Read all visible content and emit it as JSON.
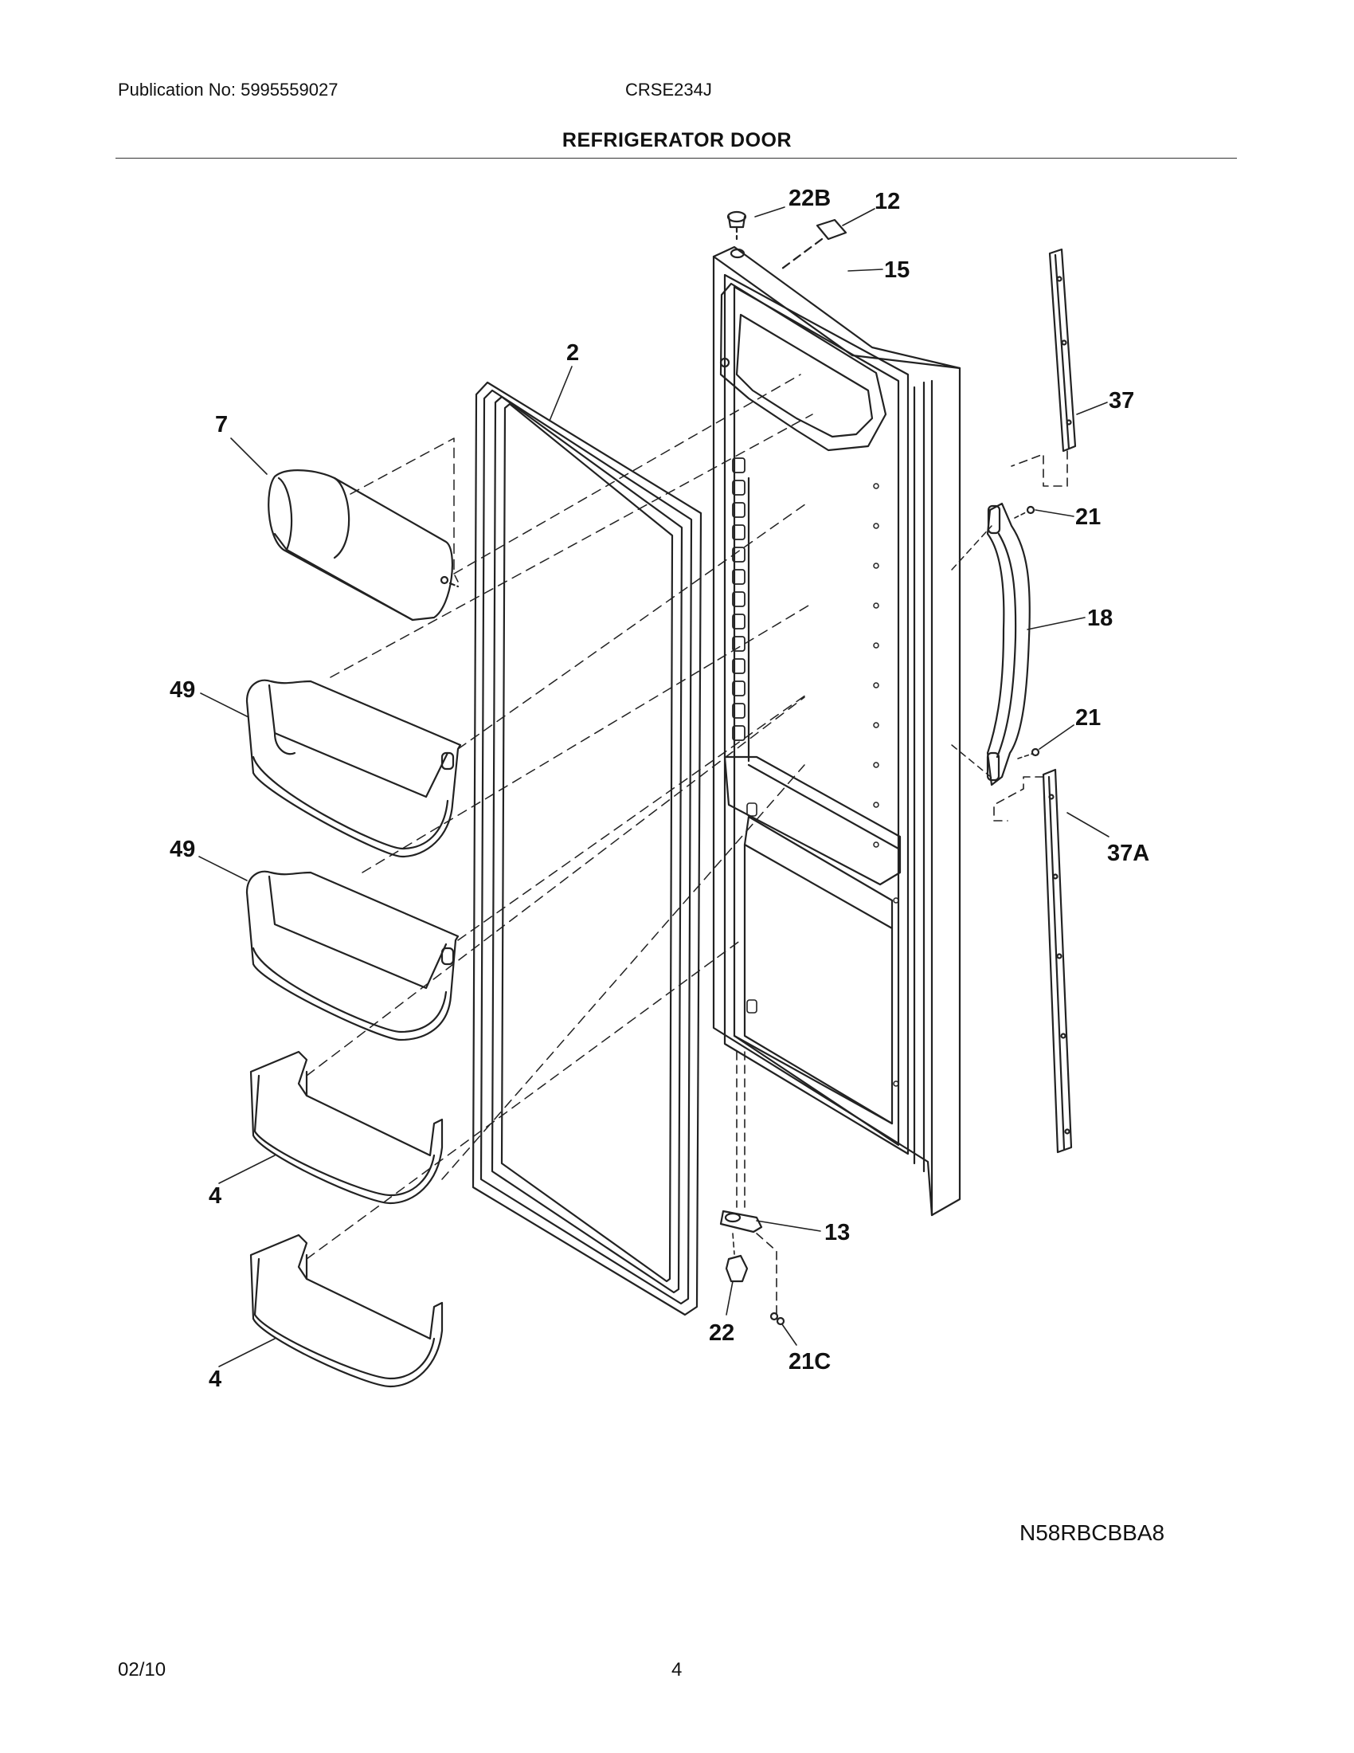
{
  "header": {
    "publication": "Publication No: 5995559027",
    "model": "CRSE234J",
    "title": "REFRIGERATOR DOOR"
  },
  "callouts": {
    "c22B": "22B",
    "c12": "12",
    "c15": "15",
    "c2": "2",
    "c37": "37",
    "c7": "7",
    "c21a": "21",
    "c18": "18",
    "c49a": "49",
    "c21b": "21",
    "c37A": "37A",
    "c49b": "49",
    "c4a": "4",
    "c13": "13",
    "c22": "22",
    "c21C": "21C",
    "c4b": "4"
  },
  "diagram_code": "N58RBCBBA8",
  "footer": {
    "date": "02/10",
    "page": "4"
  }
}
